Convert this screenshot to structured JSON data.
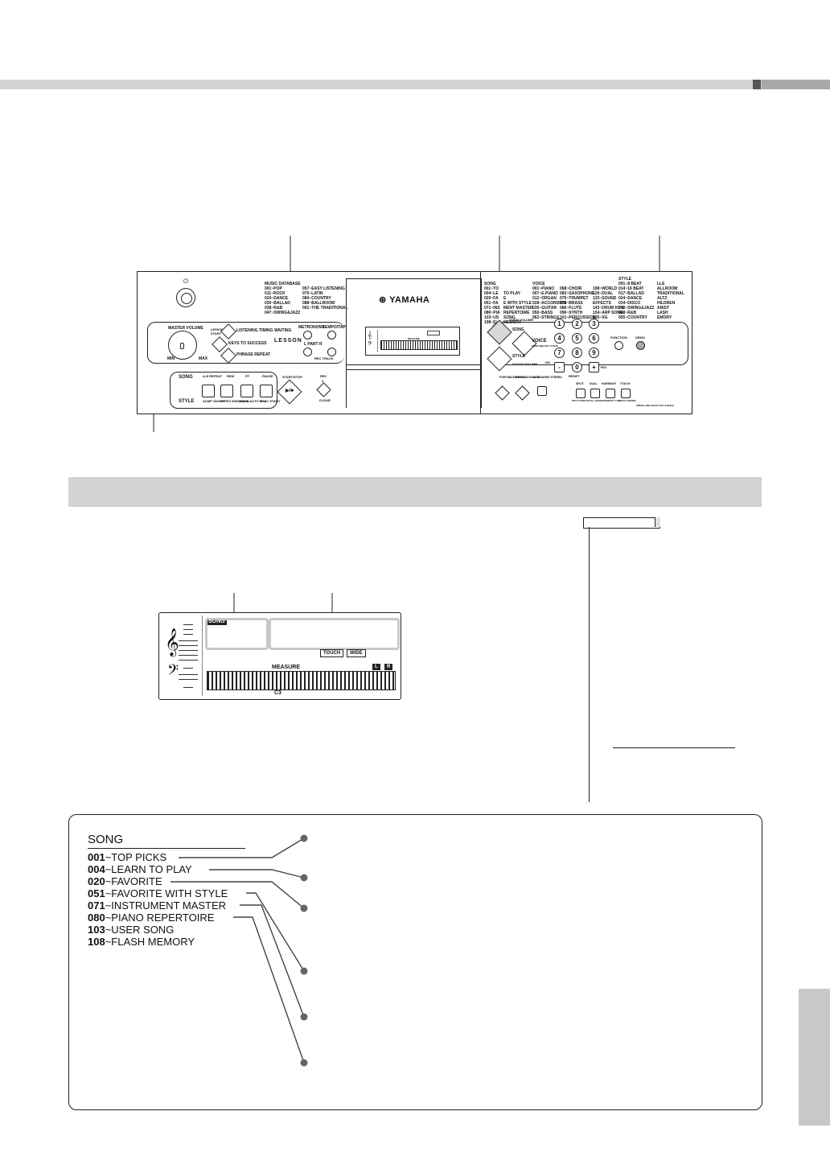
{
  "colors": {
    "header_bar": "#d3d3d3",
    "section_bar": "#d3d3d3",
    "side_tab": "#c8c8c8",
    "dark_square": "#555555"
  },
  "panel": {
    "brand": "YAMAHA",
    "power_icon": "power-icon",
    "music_database": {
      "header": "MUSIC DATABASE",
      "col1": [
        "001~POP",
        "011~ROCK",
        "024~DANCE",
        "030~BALLAD",
        "038~R&B",
        "047~SWING&JAZZ"
      ],
      "col2": [
        "057~EASY LISTENING",
        "075~LATIN",
        "084~COUNTRY",
        "088~BALLROOM",
        "091~THE TRADITIONAL"
      ]
    },
    "song_list": {
      "header": "SONG",
      "items": [
        "001~TO",
        "004~LE",
        "020~FA",
        "051~FA",
        "071~INS",
        "080~PIA",
        "103~US",
        "108~FL"
      ]
    },
    "song_list2": [
      "TO PLAY",
      "E",
      "E WITH STYLE",
      "MENT MASTER",
      "REPERTOIRE",
      "SONG",
      "MEMORY"
    ],
    "voice_list": {
      "header": "VOICE",
      "col1": [
        "001~PIANO",
        "007~E.PIANO",
        "012~ORGAN",
        "028~ACCORDION",
        "035~GUITAR",
        "050~BASS",
        "062~STRINGS"
      ],
      "col2": [
        "068~CHOIR",
        "083~SAXOPHONE",
        "075~TRUMPET",
        "078~BRASS",
        "086~FLUTE",
        "096~SYNTH",
        "101~PERCUSSION"
      ],
      "col3": [
        "108~WORLD",
        "120~DUAL",
        "133~SOUND",
        "EFFECTS",
        "143~DRUM KITS",
        "154~ARP SONG",
        "505~XG"
      ]
    },
    "style_list": {
      "header": "STYLE",
      "col1": [
        "001~8 BEAT",
        "014~16 BEAT",
        "017~BALLAD",
        "024~DANCE",
        "034~DISCO",
        "040~SWING&JAZZ",
        "048~R&B",
        "055~COUNTRY"
      ],
      "col2": [
        "LLE",
        "ALLROOM",
        "TRADITIONAL",
        "ALTZ",
        "HILDREN",
        "ANIST",
        "LASH",
        "EMORY"
      ]
    },
    "labels": {
      "master_volume": "MASTER VOLUME",
      "min": "MIN",
      "max": "MAX",
      "lesson_start": "LESSON START",
      "listening": "LISTENING",
      "timing": "TIMING",
      "waiting": "WAITING",
      "lesson": "LESSON",
      "keys_to_success": "KEYS TO SUCCESS",
      "phrase_repeat": "PHRASE REPEAT",
      "metronome": "METRONOME",
      "tempo_tap": "TEMPO/TAP",
      "part": "PART",
      "l": "L",
      "r": "R",
      "rec_track": "REC TRACK",
      "song": "SONG",
      "style": "STYLE",
      "ab_repeat": "A-B REPEAT",
      "rew": "REW",
      "ff": "FF",
      "pause": "PAUSE",
      "acmp_on_off": "ACMP ON/OFF",
      "intro_ending": "INTRO/ ENDING/rit.",
      "main_auto_fill": "MAIN/ AUTO FILL",
      "sync_start": "SYNC START",
      "start_stop": "START/STOP",
      "rec": "REC",
      "clear": "CLEAR",
      "song_volume": "SONG VOLUME",
      "voice": "VOICE",
      "song_melody_voice": "SONG MELODY VOICE",
      "style_volume": "STYLE VOLUME",
      "portable_grand": "PORTABLE GRAND",
      "music_database_btn": "MUSIC DATABASE",
      "ultrawide_stereo": "ULTRAWIDE STEREO",
      "split": "SPLIT",
      "dual": "DUAL",
      "harmony": "HARMONY",
      "touch": "TOUCH",
      "function": "FUNCTION",
      "demo": "DEMO",
      "no": "NO",
      "yes": "YES",
      "reset": "RESET",
      "split_point": "SPLIT POINT",
      "dual_voice": "DUAL VOICE",
      "harmony_type": "HARMONY TYPE",
      "touch_sense": "TOUCH SENSE",
      "press_hold": "PRESS AND HOLD FOR A WHILE",
      "rec_mark": "●"
    },
    "numbers": [
      "1",
      "2",
      "3",
      "4",
      "5",
      "6",
      "7",
      "8",
      "9",
      "-",
      "0",
      "+"
    ],
    "lcd_small": {
      "measure": "MEASURE"
    }
  },
  "lcd": {
    "song_tag": "SONG",
    "touch": "TOUCH",
    "wide": "WIDE",
    "measure": "MEASURE",
    "l": "L",
    "r": "R",
    "c3": "C3"
  },
  "song_categories": {
    "title": "SONG",
    "items": [
      {
        "num": "001",
        "name": "TOP PICKS"
      },
      {
        "num": "004",
        "name": "LEARN TO PLAY"
      },
      {
        "num": "020",
        "name": "FAVORITE"
      },
      {
        "num": "051",
        "name": "FAVORITE WITH STYLE"
      },
      {
        "num": "071",
        "name": "INSTRUMENT MASTER"
      },
      {
        "num": "080",
        "name": "PIANO REPERTOIRE"
      },
      {
        "num": "103",
        "name": "USER SONG"
      },
      {
        "num": "108",
        "name": "FLASH MEMORY"
      }
    ]
  }
}
